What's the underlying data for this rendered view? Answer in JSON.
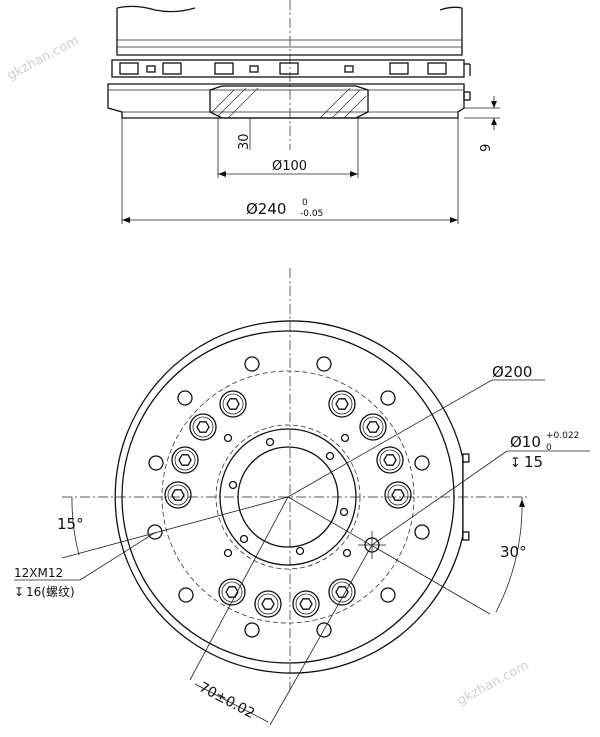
{
  "watermark": {
    "text": "gkzhan.com"
  },
  "side_view": {
    "dims": {
      "depth_30": "30",
      "dia_100": "Ø100",
      "dia_240_base": "Ø240",
      "dia_240_tol_upper": "0",
      "dia_240_tol_lower": "-0.05",
      "height_9": "9"
    }
  },
  "top_view": {
    "dims": {
      "dia_200": "Ø200",
      "pin_dia_base": "Ø10",
      "pin_tol_upper": "+0.022",
      "pin_tol_lower": "0",
      "pin_depth": "15",
      "angle_15": "15°",
      "angle_30": "30°",
      "thread_spec": "12XM12",
      "thread_depth": "16(螺纹)",
      "pin_distance": "70±0.02"
    },
    "symbols": {
      "depth_symbol": "↧"
    }
  }
}
